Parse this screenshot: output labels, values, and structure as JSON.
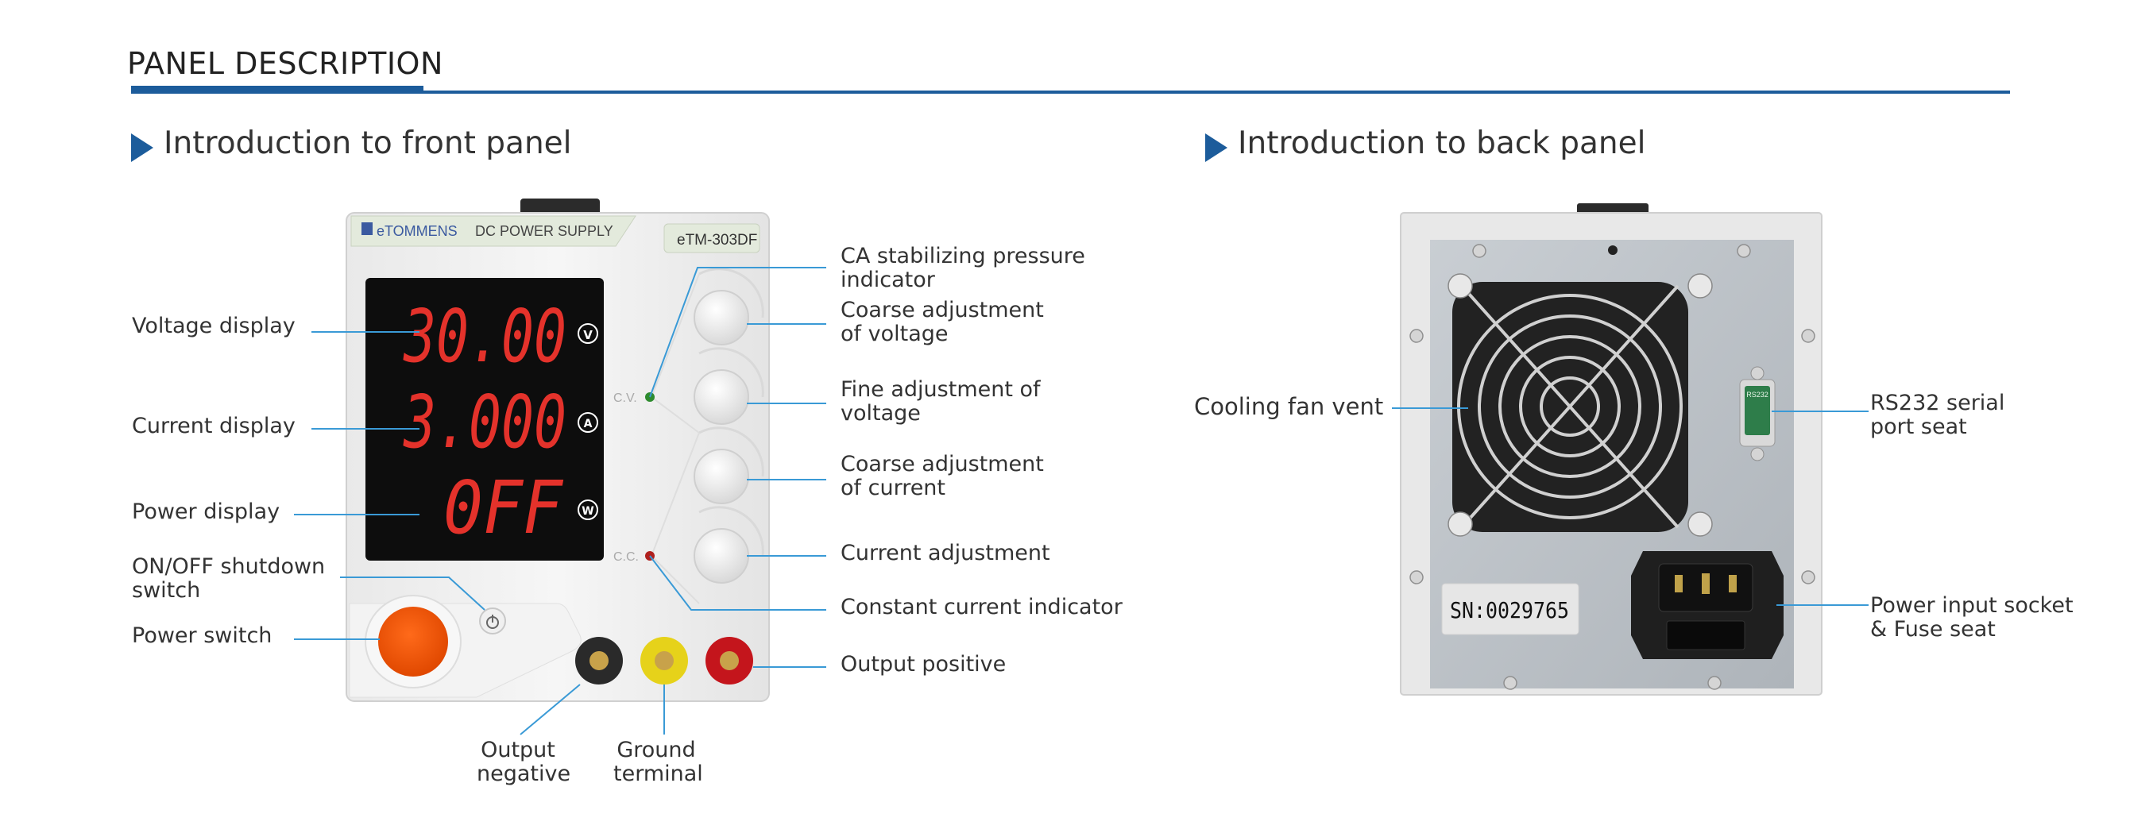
{
  "header": {
    "title": "PANEL DESCRIPTION"
  },
  "front": {
    "heading": "Introduction to front panel",
    "brand": "eTOMMENS",
    "product": "DC POWER SUPPLY",
    "model": "eTM-303DF",
    "display": {
      "voltage": "30.00",
      "current": "3.000",
      "power": "0FF"
    },
    "units": {
      "v": "V",
      "a": "A",
      "w": "W"
    },
    "cv": "C.V.",
    "cc": "C.C.",
    "labels": {
      "voltage_display": "Voltage display",
      "current_display": "Current display",
      "power_display": "Power display",
      "onoff_1": "ON/OFF shutdown",
      "onoff_2": "switch",
      "power_switch": "Power switch",
      "ca_1": "CA stabilizing pressure",
      "ca_2": "indicator",
      "coarse_v_1": "Coarse adjustment",
      "coarse_v_2": "of voltage",
      "fine_v_1": "Fine adjustment of",
      "fine_v_2": "voltage",
      "coarse_c_1": "Coarse adjustment",
      "coarse_c_2": "of current",
      "current_adj": "Current adjustment",
      "cc_ind": "Constant current indicator",
      "out_pos": "Output positive",
      "out_neg_1": "Output",
      "out_neg_2": "negative",
      "ground_1": "Ground",
      "ground_2": "terminal"
    }
  },
  "back": {
    "heading": "Introduction to back panel",
    "serial": "SN:0029765",
    "rs_port_text": "RS232",
    "labels": {
      "fan": "Cooling fan vent",
      "rs232_1": "RS232 serial",
      "rs232_2": "port seat",
      "power_in_1": "Power input socket",
      "power_in_2": "& Fuse seat"
    }
  },
  "colors": {
    "accent": "#1c5c9b",
    "leader": "#3a9ad6",
    "seg": "#e4322b",
    "knob_ring": "#d9d9d9"
  }
}
